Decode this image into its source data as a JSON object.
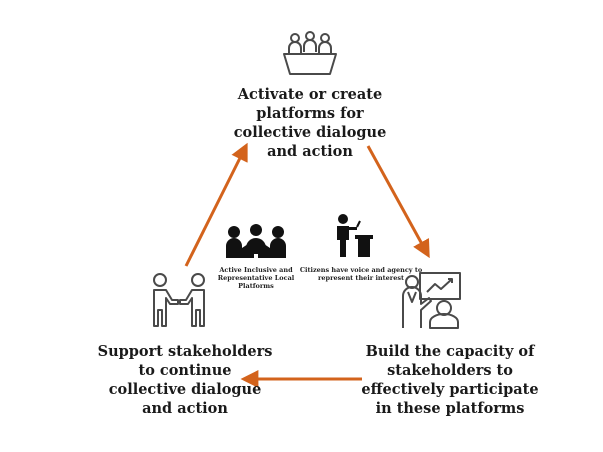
{
  "nodes": {
    "top": {
      "label_lines": [
        "Activate or create",
        "platforms for",
        "collective dialogue",
        "and action"
      ],
      "icon": "meeting-table-icon"
    },
    "right": {
      "label_lines": [
        "Build the capacity of",
        "stakeholders to",
        "effectively participate",
        "in these platforms"
      ],
      "icon": "presentation-trainer-icon"
    },
    "left": {
      "label_lines": [
        "Support stakeholders",
        "to continue",
        "collective dialogue",
        "and action"
      ],
      "icon": "handshake-icon"
    }
  },
  "center": {
    "item1": {
      "label_lines": [
        "Active Inclusive and",
        "Representative Local Platforms"
      ],
      "icon": "group-people-icon"
    },
    "item2": {
      "label_lines": [
        "Citizens have voice and agency to",
        "represent their interest"
      ],
      "icon": "speaker-podium-icon"
    }
  },
  "colors": {
    "arrow": "#d3631c",
    "icon_stroke": "#4a4a4a",
    "icon_fill": "#111111"
  }
}
